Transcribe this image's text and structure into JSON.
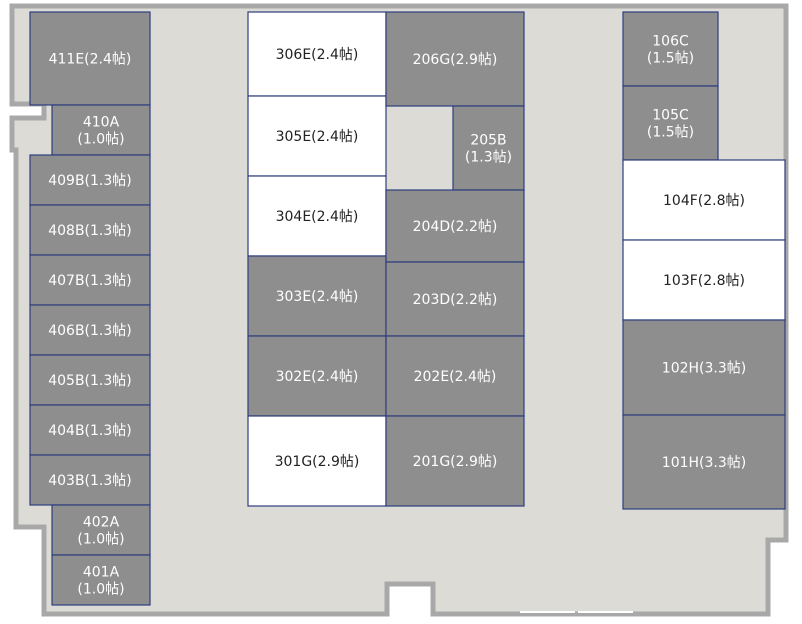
{
  "rooms": [
    {
      "id": "411E",
      "label": "411E(2.4帖)",
      "status": "occupied"
    },
    {
      "id": "410A",
      "label": "410A\n(1.0帖)",
      "status": "occupied"
    },
    {
      "id": "409B",
      "label": "409B(1.3帖)",
      "status": "occupied"
    },
    {
      "id": "408B",
      "label": "408B(1.3帖)",
      "status": "occupied"
    },
    {
      "id": "407B",
      "label": "407B(1.3帖)",
      "status": "occupied"
    },
    {
      "id": "406B",
      "label": "406B(1.3帖)",
      "status": "occupied"
    },
    {
      "id": "405B",
      "label": "405B(1.3帖)",
      "status": "occupied"
    },
    {
      "id": "404B",
      "label": "404B(1.3帖)",
      "status": "occupied"
    },
    {
      "id": "403B",
      "label": "403B(1.3帖)",
      "status": "occupied"
    },
    {
      "id": "402A",
      "label": "402A\n(1.0帖)",
      "status": "occupied"
    },
    {
      "id": "401A",
      "label": "401A\n(1.0帖)",
      "status": "occupied"
    },
    {
      "id": "306E",
      "label": "306E(2.4帖)",
      "status": "available"
    },
    {
      "id": "305E",
      "label": "305E(2.4帖)",
      "status": "available"
    },
    {
      "id": "304E",
      "label": "304E(2.4帖)",
      "status": "available"
    },
    {
      "id": "303E",
      "label": "303E(2.4帖)",
      "status": "occupied"
    },
    {
      "id": "302E",
      "label": "302E(2.4帖)",
      "status": "occupied"
    },
    {
      "id": "301G",
      "label": "301G(2.9帖)",
      "status": "available"
    },
    {
      "id": "206G",
      "label": "206G(2.9帖)",
      "status": "occupied"
    },
    {
      "id": "205B",
      "label": "205B\n(1.3帖)",
      "status": "occupied"
    },
    {
      "id": "204D",
      "label": "204D(2.2帖)",
      "status": "occupied"
    },
    {
      "id": "203D",
      "label": "203D(2.2帖)",
      "status": "occupied"
    },
    {
      "id": "202E",
      "label": "202E(2.4帖)",
      "status": "occupied"
    },
    {
      "id": "201G",
      "label": "201G(2.9帖)",
      "status": "occupied"
    },
    {
      "id": "106C",
      "label": "106C\n(1.5帖)",
      "status": "occupied"
    },
    {
      "id": "105C",
      "label": "105C\n(1.5帖)",
      "status": "occupied"
    },
    {
      "id": "104F",
      "label": "104F(2.8帖)",
      "status": "available"
    },
    {
      "id": "103F",
      "label": "103F(2.8帖)",
      "status": "available"
    },
    {
      "id": "102H",
      "label": "102H(3.3帖)",
      "status": "occupied"
    },
    {
      "id": "101H",
      "label": "101H(3.3帖)",
      "status": "occupied"
    }
  ],
  "colors": {
    "floor": "#dddbd6",
    "wall": "#a8a8a8",
    "occupied_fill": "#8e8e8e",
    "available_fill": "#ffffff",
    "room_border": "#2d3e7e",
    "occupied_text": "#ffffff",
    "available_text": "#222222"
  }
}
